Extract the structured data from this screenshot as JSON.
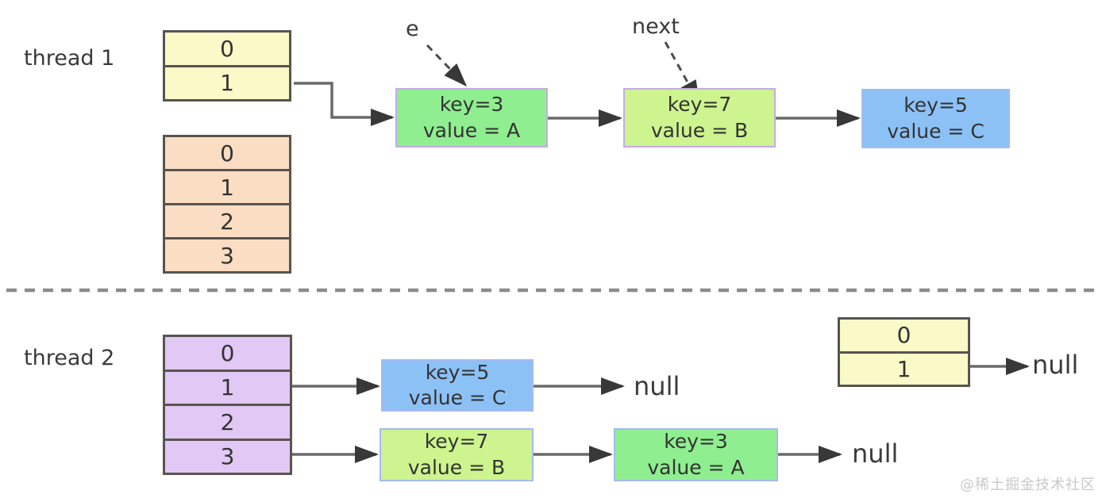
{
  "labels": {
    "thread1": "thread 1",
    "thread2": "thread 2",
    "e_pointer": "e",
    "next_pointer": "next",
    "null_row1": "null",
    "null_row2": "null",
    "null_right": "null",
    "watermark": "@稀土掘金技术社区"
  },
  "tables": {
    "thread1_new": {
      "cells": [
        "0",
        "1"
      ]
    },
    "thread1_old": {
      "cells": [
        "0",
        "1",
        "2",
        "3"
      ]
    },
    "thread2_table": {
      "cells": [
        "0",
        "1",
        "2",
        "3"
      ]
    },
    "right_table": {
      "cells": [
        "0",
        "1"
      ]
    }
  },
  "nodes": {
    "t1_n1": {
      "key": "key=3",
      "value": "value = A"
    },
    "t1_n2": {
      "key": "key=7",
      "value": "value = B"
    },
    "t1_n3": {
      "key": "key=5",
      "value": "value = C"
    },
    "t2_n1": {
      "key": "key=5",
      "value": "value = C"
    },
    "t2_n2": {
      "key": "key=7",
      "value": "value = B"
    },
    "t2_n3": {
      "key": "key=3",
      "value": "value = A"
    }
  },
  "colors": {
    "yellow_fill": "#fafac8",
    "peach_fill": "#faddc2",
    "purple_fill": "#e2c8f4",
    "green_fill": "#8fee8f",
    "lime_fill": "#cdf48e",
    "blue_fill": "#8cc1f6",
    "node_border_purple": "#c5abe6",
    "node_border_blue": "#a4baf0",
    "table_border": "#585450",
    "arrow_line": "#6a6a6a",
    "arrow_head": "#383838",
    "divider": "#8c8c8c",
    "text": "#333333",
    "watermark_text": "#c9c9c9"
  }
}
